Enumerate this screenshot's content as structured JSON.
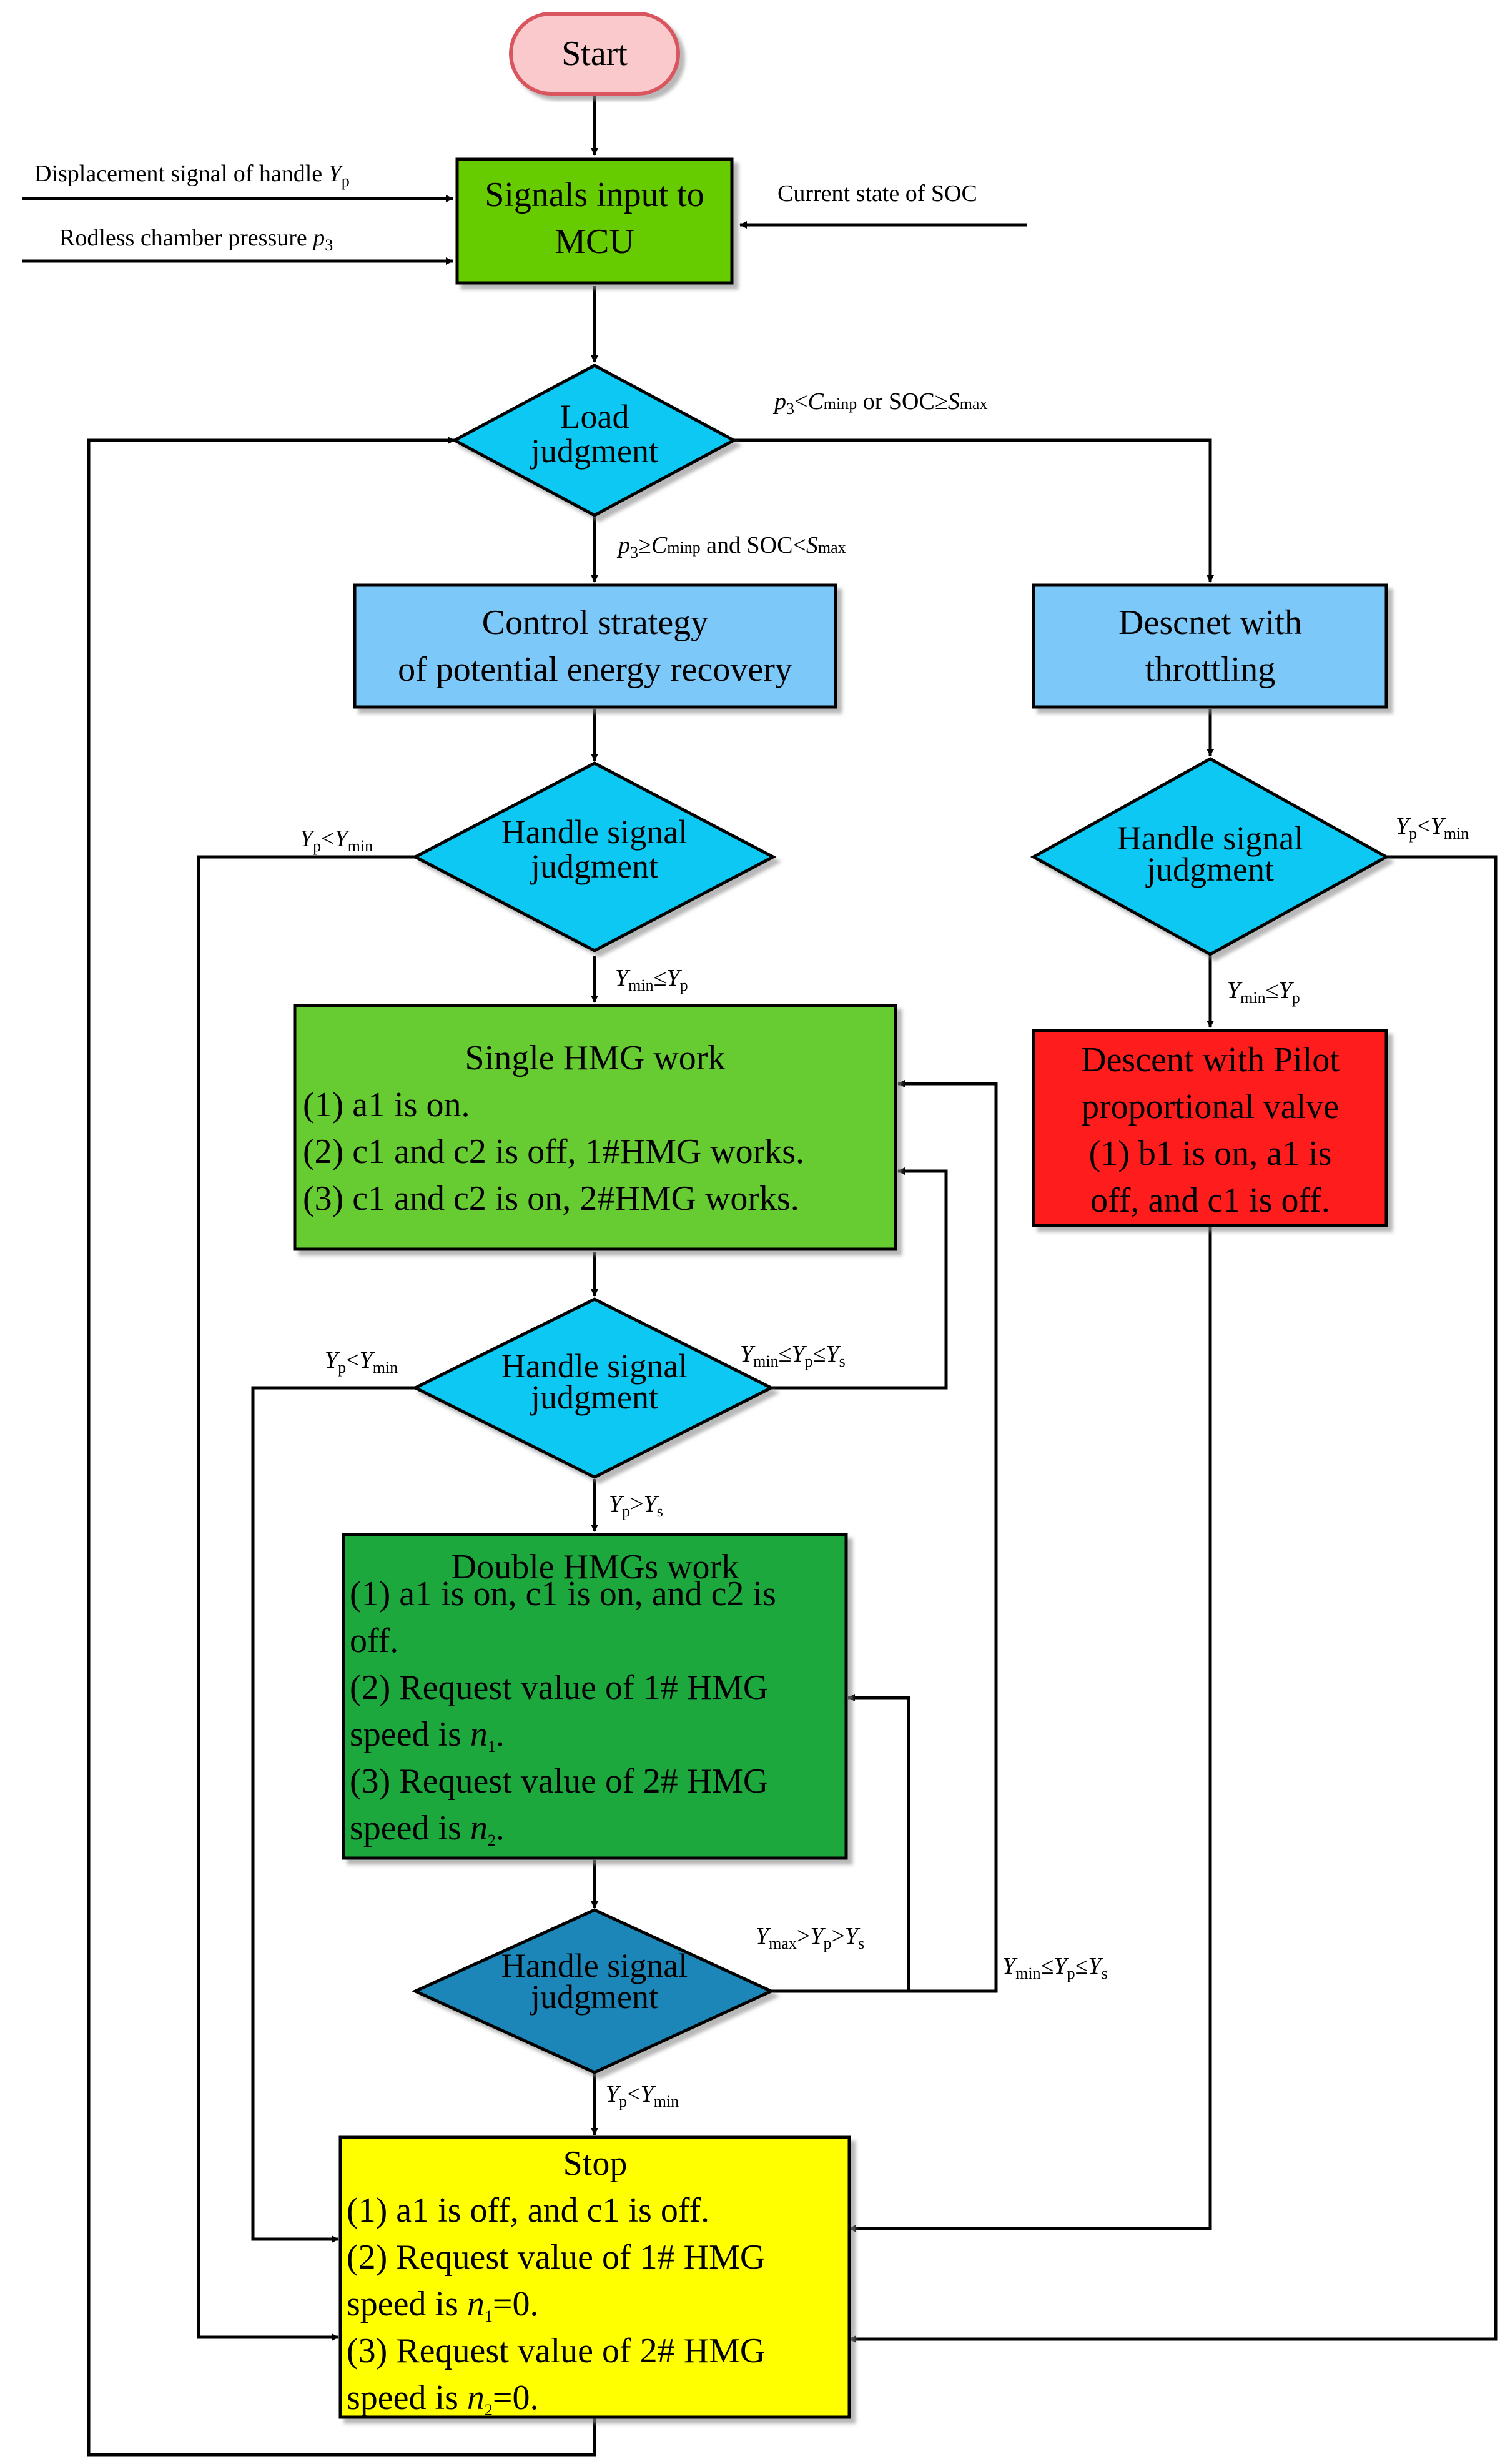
{
  "start": {
    "label": "Start"
  },
  "inputs": {
    "handle_displacement": {
      "text": "Displacement signal of handle ",
      "var": "Y",
      "sub": "p"
    },
    "rodless_pressure": {
      "text": "Rodless chamber pressure ",
      "var": "p",
      "sub": "3"
    },
    "soc_state": {
      "text": "Current state of SOC"
    }
  },
  "mcu": {
    "line1": "Signals input to",
    "line2": "MCU"
  },
  "load_judgment": {
    "line1": "Load",
    "line2": "judgment"
  },
  "conditions": {
    "load_right": {
      "p": "p",
      "p_sub": "3",
      "lt": "<",
      "c": "C",
      "c_sub": "minp",
      "mid": " or SOC≥",
      "s": "S",
      "s_sub": "max"
    },
    "load_down": {
      "p": "p",
      "p_sub": "3",
      "ge": "≥",
      "c": "C",
      "c_sub": "minp",
      "mid": " and SOC<",
      "s": "S",
      "s_sub": "max"
    },
    "y_lt_ymin": "<",
    "y_ge": "≤",
    "y_gt": ">",
    "Y": "Y",
    "sub_p": "p",
    "sub_min": "min",
    "sub_s": "s",
    "sub_max": "max"
  },
  "control_strategy": {
    "line1": "Control strategy",
    "line2": "of potential energy recovery"
  },
  "descent_throttling": {
    "line1": "Descnet with",
    "line2": "throttling"
  },
  "handle_judgment": {
    "line1": "Handle signal",
    "line2": "judgment"
  },
  "single_hmg": {
    "title": "Single HMG work",
    "item1": "(1) a1 is on.",
    "item2": "(2) c1 and c2  is off, 1#HMG works.",
    "item3": "(3) c1 and c2  is on, 2#HMG works."
  },
  "pilot_descent": {
    "line1": "Descent with Pilot",
    "line2": "proportional valve",
    "line3": "(1) b1 is on, a1 is",
    "line4": "off, and c1  is off."
  },
  "double_hmg": {
    "title": "Double HMGs work",
    "l1": "(1) a1 is on, c1 is on, and c2 is",
    "l2": "off.",
    "l3": "(2) Request value of 1# HMG",
    "l4a": "speed is ",
    "l4n": "n",
    "l4s": "1",
    "l4e": ".",
    "l5": "(3) Request value of 2# HMG",
    "l6a": "speed is ",
    "l6n": "n",
    "l6s": "2",
    "l6e": "."
  },
  "stop": {
    "title": "Stop",
    "l1": "(1) a1 is off, and c1 is off.",
    "l2": "(2) Request value of 1# HMG",
    "l3a": "speed is ",
    "l3n": "n",
    "l3s": "1",
    "l3e": "=0.",
    "l4": "(3) Request value of 2# HMG",
    "l5a": "speed is ",
    "l5n": "n",
    "l5s": "2",
    "l5e": "=0."
  },
  "colors": {
    "start_fill": "#f9c9cc",
    "start_stroke": "#d9565f",
    "mcu_fill": "#66cc00",
    "blue_box": "#7cc8f8",
    "diamond": "#11c8f2",
    "diamond_dark": "#1c86b8",
    "single_fill": "#66cc33",
    "double_fill": "#1aa83c",
    "red_fill": "#ff1a1a",
    "yellow_fill": "#ffff00"
  }
}
